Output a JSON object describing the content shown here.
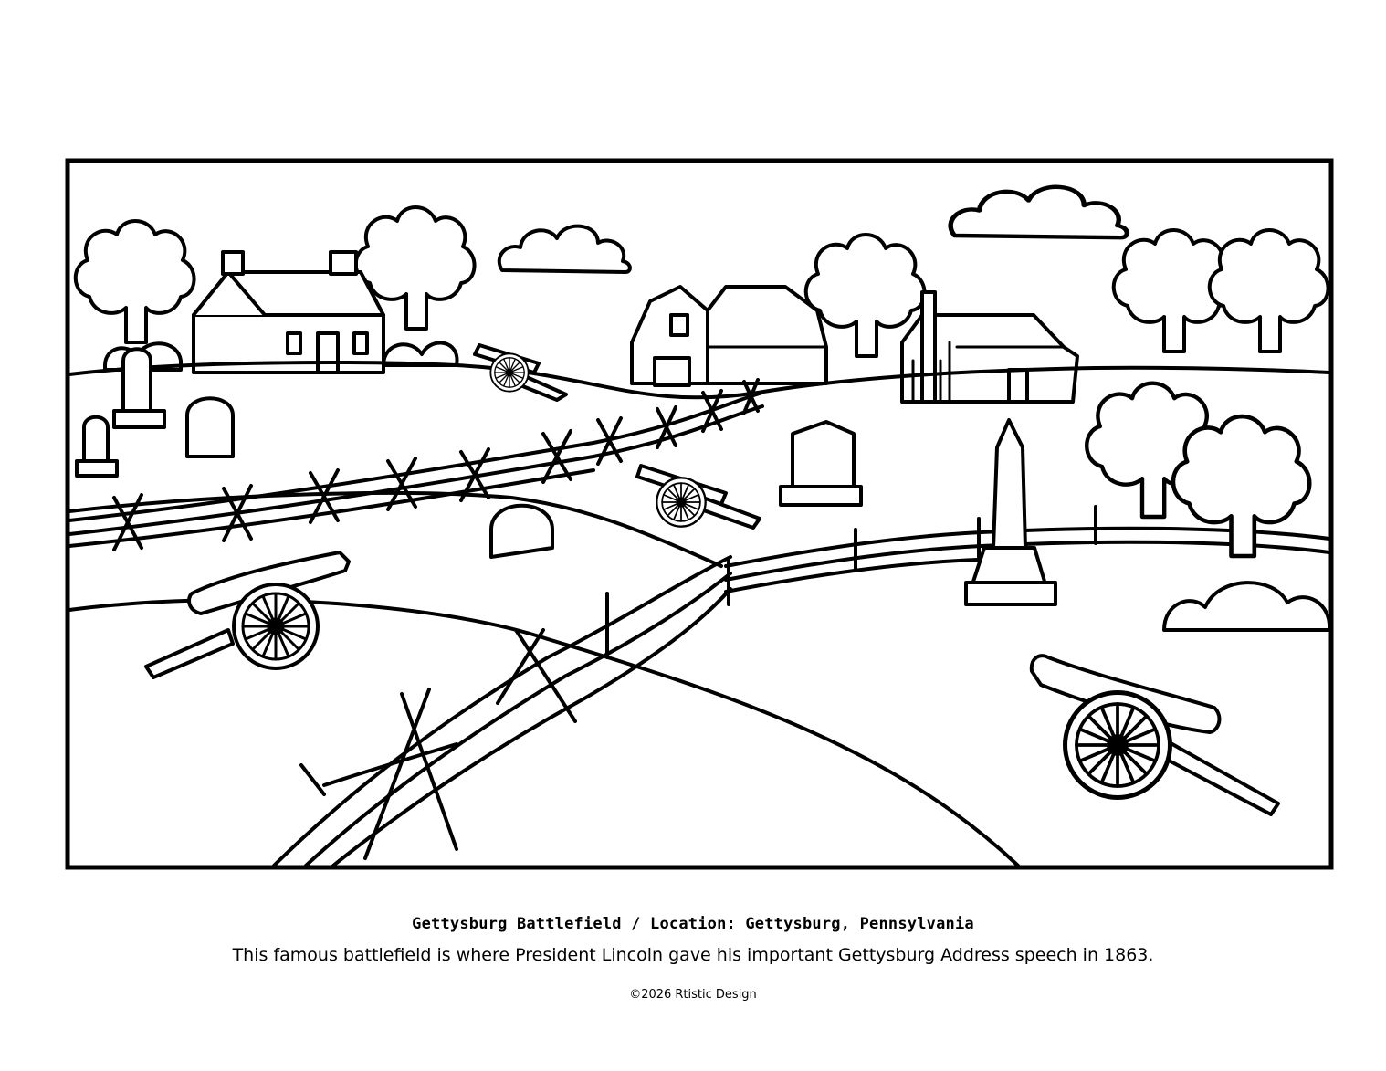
{
  "caption": {
    "title": "Gettysburg Battlefield / Location: Gettysburg, Pennsylvania",
    "description": "This famous battlefield is where President Lincoln gave his important Gettysburg Address speech in 1863.",
    "copyright": "©2026 Rtistic Design"
  },
  "illustration": {
    "subject": "coloring-page-battlefield-scene",
    "elements": [
      "cloud-icon",
      "tree-icon",
      "house-icon",
      "barn-icon",
      "cannon-icon",
      "gravestone-icon",
      "monument-icon",
      "obelisk-icon",
      "fence-icon"
    ]
  },
  "colors": {
    "ink": "#000000",
    "paper": "#ffffff"
  }
}
